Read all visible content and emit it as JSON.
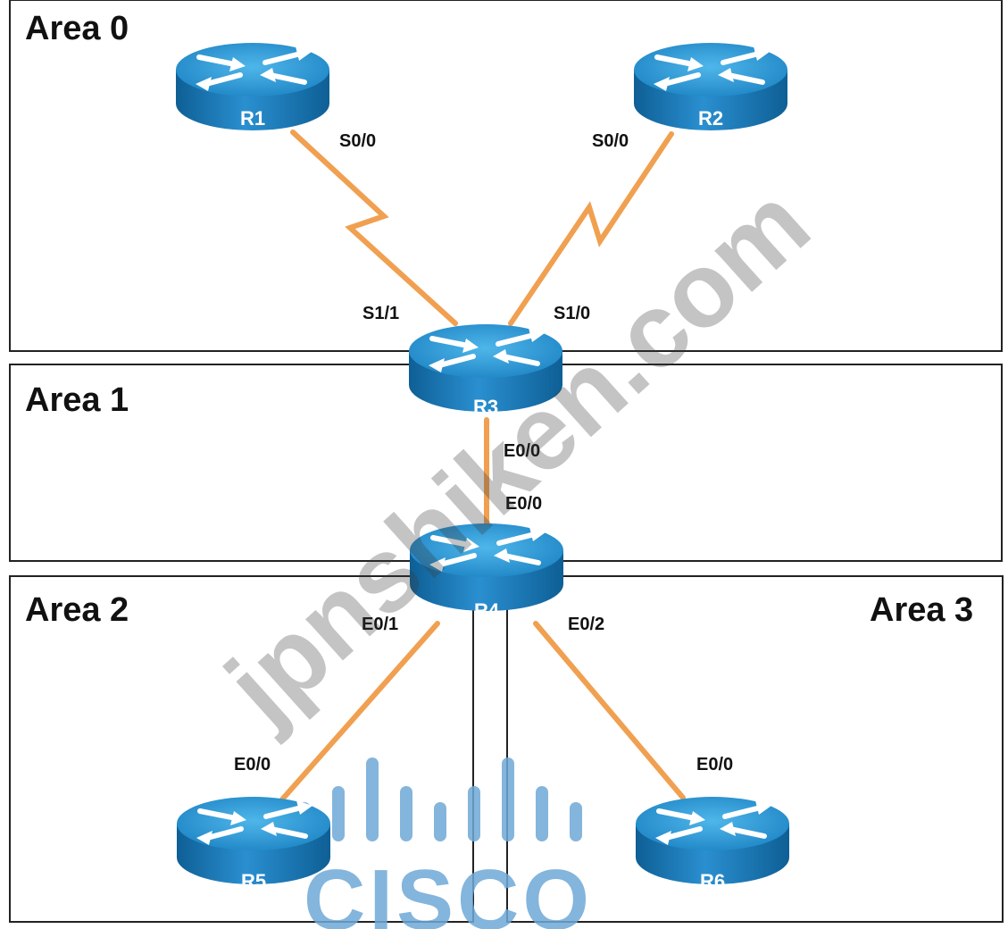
{
  "areas": [
    {
      "id": "area0",
      "label": "Area 0"
    },
    {
      "id": "area1",
      "label": "Area 1"
    },
    {
      "id": "area2",
      "label": "Area 2"
    },
    {
      "id": "area3",
      "label": "Area 3"
    }
  ],
  "routers": [
    {
      "id": "r1",
      "label": "R1"
    },
    {
      "id": "r2",
      "label": "R2"
    },
    {
      "id": "r3",
      "label": "R3"
    },
    {
      "id": "r4",
      "label": "R4"
    },
    {
      "id": "r5",
      "label": "R5"
    },
    {
      "id": "r6",
      "label": "R6"
    }
  ],
  "ports": {
    "r1_s00": "S0/0",
    "r2_s00": "S0/0",
    "r3_s11": "S1/1",
    "r3_s10": "S1/0",
    "r3_e00": "E0/0",
    "r4_e00": "E0/0",
    "r4_e01": "E0/1",
    "r4_e02": "E0/2",
    "r5_e00": "E0/0",
    "r6_e00": "E0/0"
  },
  "links": [
    {
      "from": "R1",
      "to": "R3",
      "type": "serial"
    },
    {
      "from": "R2",
      "to": "R3",
      "type": "serial"
    },
    {
      "from": "R3",
      "to": "R4",
      "type": "ethernet"
    },
    {
      "from": "R4",
      "to": "R5",
      "type": "ethernet"
    },
    {
      "from": "R4",
      "to": "R6",
      "type": "ethernet"
    }
  ],
  "watermark": "jpnshiken.com",
  "logo_text": "CISCO",
  "colors": {
    "link": "#f0a050",
    "router_top": "#2f9ad6",
    "router_side": "#1a6ea8",
    "border": "#222222"
  }
}
